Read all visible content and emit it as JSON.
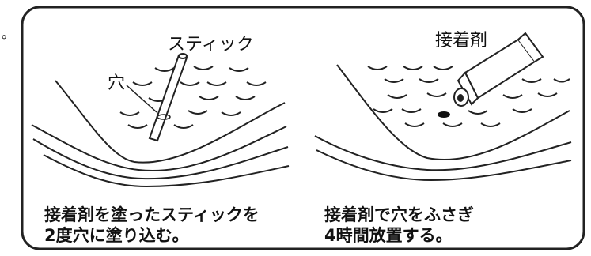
{
  "left_panel": {
    "label_stick": "スティック",
    "label_hole": "穴",
    "caption_line1": "接着剤を塗ったスティックを",
    "caption_line2": "2度穴に塗り込む。"
  },
  "right_panel": {
    "label_glue": "接着剤",
    "caption_line1": "接着剤で穴をふさぎ",
    "caption_line2": "4時間放置する。"
  },
  "stray_mark": "。"
}
